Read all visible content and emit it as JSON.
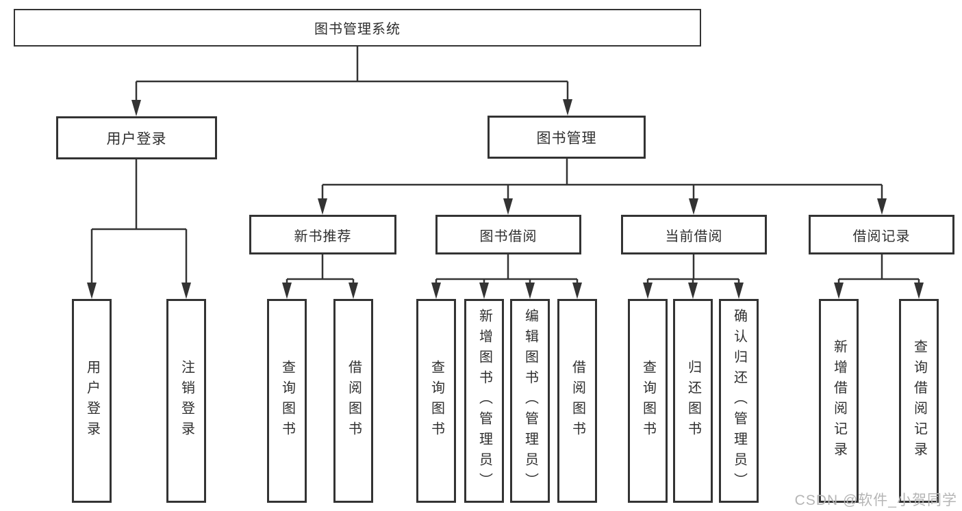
{
  "colors": {
    "line": "#333333",
    "box_border": "#333333",
    "text": "#2f2f2f",
    "background": "#ffffff",
    "watermark": "#b5b5b5"
  },
  "diagram": {
    "root": {
      "label": "图书管理系统"
    },
    "branches": [
      {
        "label": "用户登录",
        "children": [
          {
            "label": "用户登录"
          },
          {
            "label": "注销登录"
          }
        ]
      },
      {
        "label": "图书管理",
        "children": [
          {
            "label": "新书推荐",
            "children": [
              {
                "label": "查询图书"
              },
              {
                "label": "借阅图书"
              }
            ]
          },
          {
            "label": "图书借阅",
            "children": [
              {
                "label": "查询图书"
              },
              {
                "label": "新增图书（管理员）"
              },
              {
                "label": "编辑图书（管理员）"
              },
              {
                "label": "借阅图书"
              }
            ]
          },
          {
            "label": "当前借阅",
            "children": [
              {
                "label": "查询图书"
              },
              {
                "label": "归还图书"
              },
              {
                "label": "确认归还（管理员）"
              }
            ]
          },
          {
            "label": "借阅记录",
            "children": [
              {
                "label": "新增借阅记录"
              },
              {
                "label": "查询借阅记录"
              }
            ]
          }
        ]
      }
    ]
  },
  "watermark": {
    "text": "CSDN @软件_小贺同学"
  }
}
